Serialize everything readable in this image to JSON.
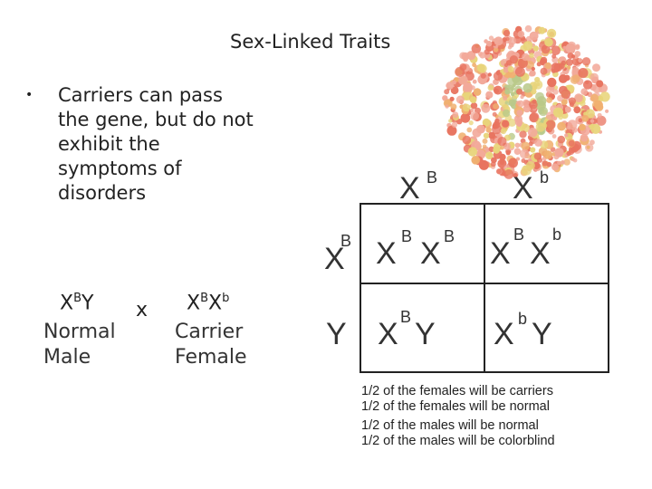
{
  "title": "Sex-Linked Traits",
  "bullet": {
    "marker": "•",
    "text": "Carriers can pass the gene, but do not exhibit the symptoms of disorders"
  },
  "parents": {
    "male": {
      "base1": "X",
      "sup1": "B",
      "base2": "Y",
      "label1": "Normal",
      "label2": "Male"
    },
    "cross_symbol": "x",
    "female": {
      "base1": "X",
      "sup1": "B",
      "base2": "X",
      "sup2": "b",
      "label1": "Carrier",
      "label2": "Female"
    }
  },
  "punnett": {
    "top_headers": [
      {
        "base": "X",
        "sup": "B"
      },
      {
        "base": "X",
        "sup": "b"
      }
    ],
    "side_headers": [
      {
        "base": "X",
        "sup": "B"
      },
      {
        "base": "Y",
        "sup": ""
      }
    ],
    "cells": [
      [
        {
          "a": "X",
          "a_sup": "B",
          "b": "X",
          "b_sup": "B"
        },
        {
          "a": "X",
          "a_sup": "B",
          "b": "X",
          "b_sup": "b"
        }
      ],
      [
        {
          "a": "X",
          "a_sup": "B",
          "b": "Y",
          "b_sup": ""
        },
        {
          "a": "X",
          "a_sup": "b",
          "b": "Y",
          "b_sup": ""
        }
      ]
    ]
  },
  "outcomes": [
    "1/2 of the females will be carriers",
    "1/2 of the females will be normal",
    "1/2 of the males will be normal",
    "1/2 of the males will be colorblind"
  ],
  "colors": {
    "plate_red": "#e8735f",
    "plate_pink": "#f2a99a",
    "plate_orange": "#f0b070",
    "plate_yellow": "#e8d47a",
    "plate_green": "#b9c98a",
    "grid_line": "#222222",
    "text": "#222222"
  },
  "icons": {
    "color_test_plate": "ishihara-plate-icon"
  }
}
